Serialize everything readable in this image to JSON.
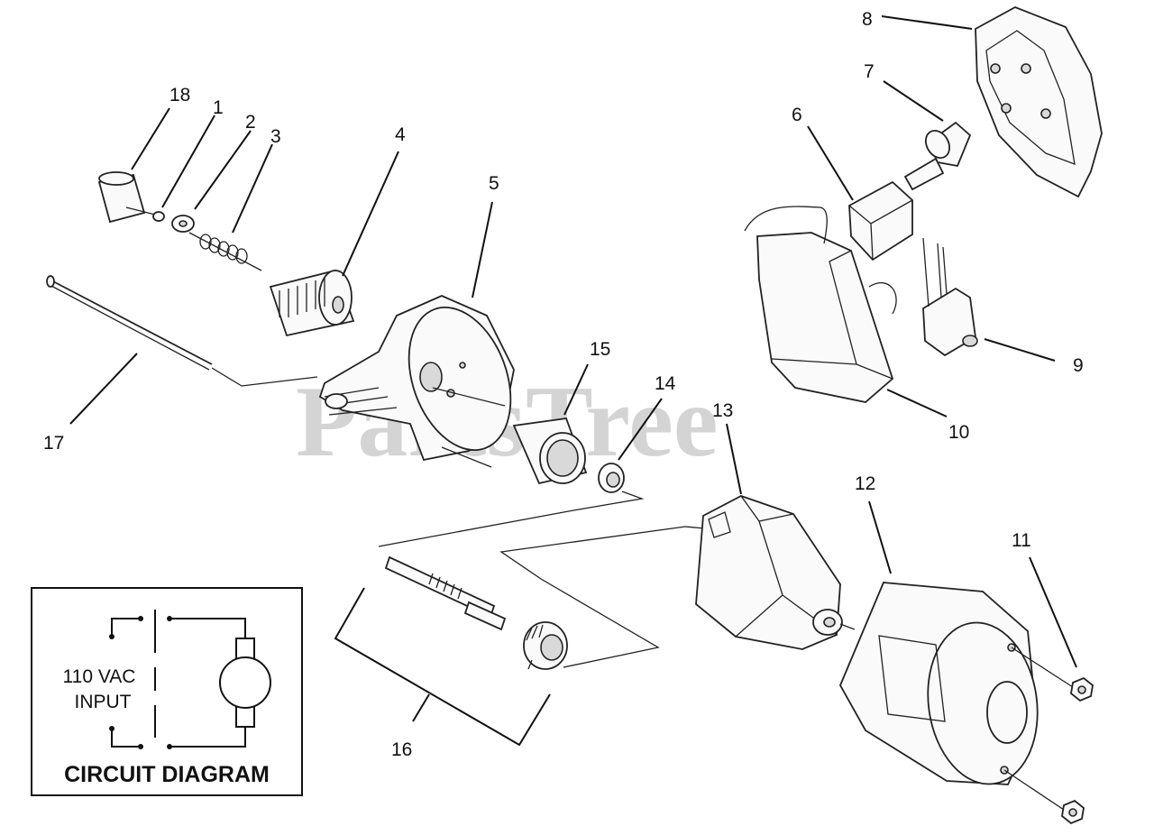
{
  "watermark": {
    "text": "PartsTree",
    "trademark": "TM"
  },
  "callouts": [
    {
      "id": "1",
      "text": "1"
    },
    {
      "id": "2",
      "text": "2"
    },
    {
      "id": "3",
      "text": "3"
    },
    {
      "id": "4",
      "text": "4"
    },
    {
      "id": "5",
      "text": "5"
    },
    {
      "id": "6",
      "text": "6"
    },
    {
      "id": "7",
      "text": "7"
    },
    {
      "id": "8",
      "text": "8"
    },
    {
      "id": "9",
      "text": "9"
    },
    {
      "id": "10",
      "text": "10"
    },
    {
      "id": "11",
      "text": "11"
    },
    {
      "id": "12",
      "text": "12"
    },
    {
      "id": "13",
      "text": "13"
    },
    {
      "id": "14",
      "text": "14"
    },
    {
      "id": "15",
      "text": "15"
    },
    {
      "id": "16",
      "text": "16"
    },
    {
      "id": "17",
      "text": "17"
    },
    {
      "id": "18",
      "text": "18"
    }
  ],
  "circuit_diagram": {
    "title": "CIRCUIT DIAGRAM",
    "input_line1": "110 VAC",
    "input_line2": "INPUT"
  }
}
